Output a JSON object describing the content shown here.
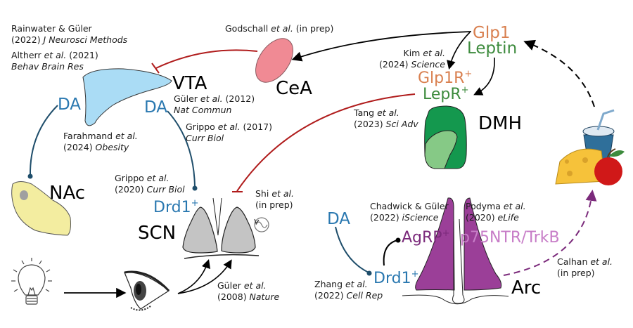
{
  "colors": {
    "dopamine_blue": "#2a78b0",
    "dopamine_line": "#1f4e6b",
    "inhibit_red": "#b01c1c",
    "glp1_orange": "#d98050",
    "leptin_green": "#3d8b3d",
    "agrp_purple": "#7b2a7b",
    "p75_lilac": "#c77dc7",
    "vta_fill": "#aadcf5",
    "cea_fill": "#f08a94",
    "nac_fill": "#f3eda0",
    "dmh_fill": "#14984e",
    "scn_fill": "#c4c4c4",
    "arc_fill": "#9b3f98"
  },
  "regions": {
    "vta": "VTA",
    "cea": "CeA",
    "dmh": "DMH",
    "nac": "NAc",
    "scn": "SCN",
    "arc": "Arc"
  },
  "molecules": {
    "da_left": "DA",
    "da_right": "DA",
    "da_arc": "DA",
    "drd1_scn": "Drd1",
    "drd1_scn_sup": "+",
    "drd1_arc": "Drd1",
    "drd1_arc_sup": "+",
    "glp1": "Glp1",
    "leptin": "Leptin",
    "glp1r": "Glp1R",
    "glp1r_sup": "+",
    "lepr": "LepR",
    "lepr_sup": "+",
    "agrp": "AgRP",
    "agrp_sup": "+",
    "p75": "p75NTR/TrkB"
  },
  "icons": [
    "lightbulb-icon",
    "eye-icon",
    "circadian-oscillation-icon",
    "food-drink-icon"
  ],
  "citations": [
    {
      "id": "rainwater",
      "lines": [
        [
          {
            "t": "Rainwater & Güler",
            "i": false
          }
        ],
        [
          {
            "t": "(2022) ",
            "i": false
          },
          {
            "t": "J Neurosci Methods",
            "i": true
          }
        ]
      ]
    },
    {
      "id": "altherr",
      "lines": [
        [
          {
            "t": "Altherr ",
            "i": false
          },
          {
            "t": "et al.",
            "i": true
          },
          {
            "t": " (2021)",
            "i": false
          }
        ],
        [
          {
            "t": "Behav Brain Res",
            "i": true
          }
        ]
      ]
    },
    {
      "id": "godschall",
      "lines": [
        [
          {
            "t": "Godschall ",
            "i": false
          },
          {
            "t": "et al.",
            "i": true
          },
          {
            "t": " (in prep)",
            "i": false
          }
        ]
      ]
    },
    {
      "id": "guler2012",
      "lines": [
        [
          {
            "t": "Güler ",
            "i": false
          },
          {
            "t": "et al.",
            "i": true
          },
          {
            "t": " (2012)",
            "i": false
          }
        ],
        [
          {
            "t": "Nat Commun",
            "i": true
          }
        ]
      ]
    },
    {
      "id": "grippo2017",
      "lines": [
        [
          {
            "t": "Grippo ",
            "i": false
          },
          {
            "t": "et al.",
            "i": true
          },
          {
            "t": " (2017)",
            "i": false
          }
        ],
        [
          {
            "t": "Curr Biol",
            "i": true
          }
        ]
      ]
    },
    {
      "id": "farahmand",
      "lines": [
        [
          {
            "t": "Farahmand ",
            "i": false
          },
          {
            "t": "et al.",
            "i": true
          }
        ],
        [
          {
            "t": "(2024) ",
            "i": false
          },
          {
            "t": "Obesity",
            "i": true
          }
        ]
      ]
    },
    {
      "id": "grippo2020",
      "lines": [
        [
          {
            "t": "Grippo ",
            "i": false
          },
          {
            "t": "et al.",
            "i": true
          }
        ],
        [
          {
            "t": "(2020) ",
            "i": false
          },
          {
            "t": "Curr Biol",
            "i": true
          }
        ]
      ]
    },
    {
      "id": "shi",
      "lines": [
        [
          {
            "t": "Shi ",
            "i": false
          },
          {
            "t": "et al.",
            "i": true
          }
        ],
        [
          {
            "t": "(in prep)",
            "i": false
          }
        ]
      ]
    },
    {
      "id": "guler2008",
      "lines": [
        [
          {
            "t": "Güler ",
            "i": false
          },
          {
            "t": "et al.",
            "i": true
          }
        ],
        [
          {
            "t": "(2008) ",
            "i": false
          },
          {
            "t": "Nature",
            "i": true
          }
        ]
      ]
    },
    {
      "id": "kim",
      "lines": [
        [
          {
            "t": "Kim ",
            "i": false
          },
          {
            "t": "et al.",
            "i": true
          }
        ],
        [
          {
            "t": "(2024) ",
            "i": false
          },
          {
            "t": "Science",
            "i": true
          }
        ]
      ]
    },
    {
      "id": "tang",
      "lines": [
        [
          {
            "t": "Tang ",
            "i": false
          },
          {
            "t": "et al.",
            "i": true
          }
        ],
        [
          {
            "t": "(2023) ",
            "i": false
          },
          {
            "t": "Sci Adv",
            "i": true
          }
        ]
      ]
    },
    {
      "id": "chadwick",
      "lines": [
        [
          {
            "t": "Chadwick & Güler",
            "i": false
          }
        ],
        [
          {
            "t": "(2022) ",
            "i": false
          },
          {
            "t": "iScience",
            "i": true
          }
        ]
      ]
    },
    {
      "id": "podyma",
      "lines": [
        [
          {
            "t": "Podyma ",
            "i": false
          },
          {
            "t": "et al.",
            "i": true
          }
        ],
        [
          {
            "t": "(2020) ",
            "i": false
          },
          {
            "t": "eLife",
            "i": true
          }
        ]
      ]
    },
    {
      "id": "zhang",
      "lines": [
        [
          {
            "t": "Zhang ",
            "i": false
          },
          {
            "t": "et al.",
            "i": true
          }
        ],
        [
          {
            "t": "(2022) ",
            "i": false
          },
          {
            "t": "Cell Rep",
            "i": true
          }
        ]
      ]
    },
    {
      "id": "calhan",
      "lines": [
        [
          {
            "t": "Calhan ",
            "i": false
          },
          {
            "t": "et al.",
            "i": true
          }
        ],
        [
          {
            "t": "(in prep)",
            "i": false
          }
        ]
      ]
    }
  ]
}
